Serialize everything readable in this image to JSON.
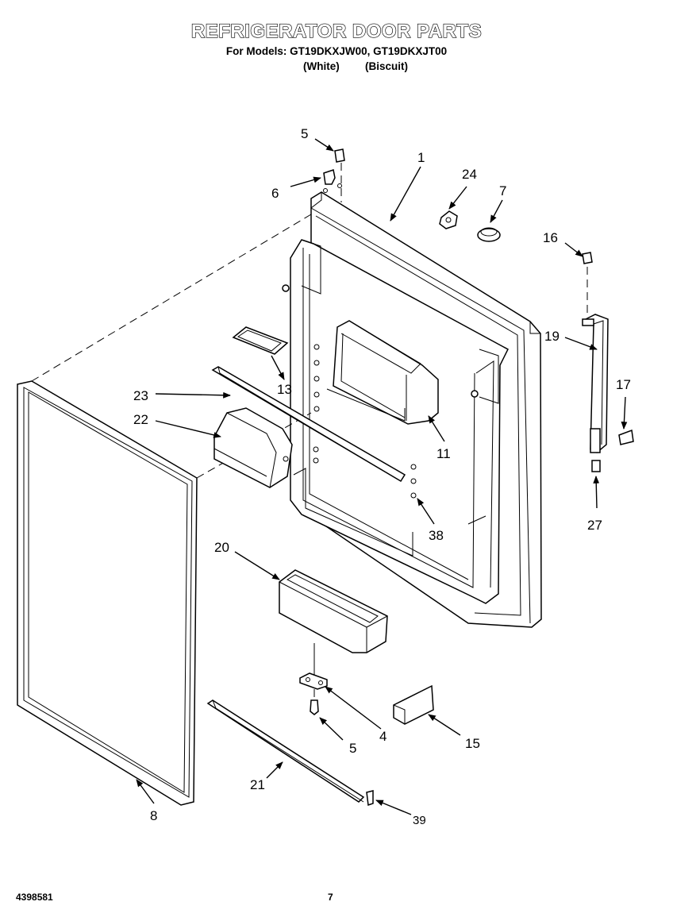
{
  "header": {
    "title": "REFRIGERATOR DOOR PARTS",
    "models_line": "For Models: GT19DKXJW00, GT19DKXJT00",
    "variant_1": "(White)",
    "variant_2": "(Biscuit)"
  },
  "footer": {
    "doc_number": "4398581",
    "page_number": "7"
  },
  "callouts": {
    "c1": "1",
    "c4": "4",
    "c5a": "5",
    "c5b": "5",
    "c6": "6",
    "c7": "7",
    "c8": "8",
    "c11": "11",
    "c13": "13",
    "c15": "15",
    "c16": "16",
    "c17": "17",
    "c19": "19",
    "c20": "20",
    "c21": "21",
    "c22": "22",
    "c23": "23",
    "c24": "24",
    "c27": "27",
    "c38": "38",
    "c39": "39"
  }
}
